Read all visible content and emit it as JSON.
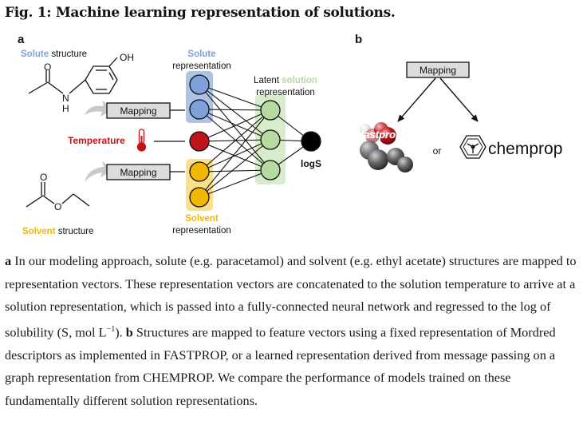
{
  "figure": {
    "title": "Fig. 1: Machine learning representation of solutions."
  },
  "panel_a": {
    "letter": "a",
    "solute_structure": {
      "colored": "Solute",
      "plain": " structure"
    },
    "solute_atoms": {
      "oh": "OH",
      "o": "O",
      "n": "N",
      "h": "H"
    },
    "solvent_atoms": {
      "o_top": "O",
      "o_mid": "O"
    },
    "mapping_top": "Mapping",
    "mapping_bottom": "Mapping",
    "temperature": "Temperature",
    "solute_rep": {
      "line1": "Solute",
      "line2": "representation"
    },
    "solvent_rep": {
      "line1": "Solvent",
      "line2": "representation"
    },
    "latent": {
      "pre": "Latent ",
      "colored": "solution",
      "line2": "representation"
    },
    "output": "logS",
    "solvent_structure": {
      "colored": "Solvent",
      "plain": " structure"
    },
    "colors": {
      "solute": "#7fa0d8",
      "solvent": "#f2b705",
      "solution": "#b5dba0",
      "temperature": "#c0141b"
    }
  },
  "panel_b": {
    "letter": "b",
    "mapping": "Mapping",
    "fastprop": "fastprop",
    "or": "or",
    "chemprop": "chemprop"
  },
  "caption": {
    "a_label": "a",
    "a_text_1": " In our modeling approach, solute (e.g. paracetamol) and solvent (e.g. ethyl acetate) structures are mapped to representation vectors. These representation vectors are concatenated to the solution temperature to arrive at a solution representation, which is passed into a fully-connected neural network and regressed to the ",
    "a_log": "log",
    "a_text_2": " of solubility (S, mol L",
    "a_sup": "−1",
    "a_text_3": "). ",
    "b_label": "b",
    "b_text": " Structures are mapped to feature vectors using a fixed representation of Mordred descriptors as implemented in FASTPROP, or a learned representation derived from message passing on a graph representation from CHEMPROP. We compare the performance of models trained on these fundamentally different solution representations."
  }
}
